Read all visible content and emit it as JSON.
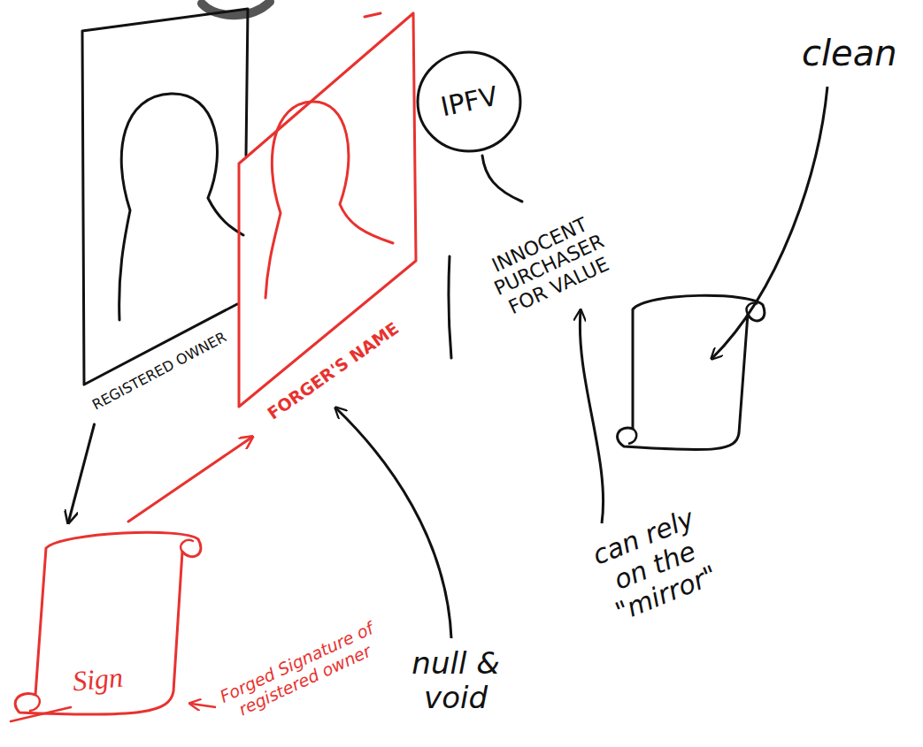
{
  "diagram": {
    "nodes": [
      {
        "text": [
          "REGISTERED OWNER"
        ]
      },
      {
        "text": [
          "Sign"
        ]
      },
      {
        "text": [
          "FORGER'S NAME"
        ]
      },
      {
        "text": [
          "IPFV"
        ]
      }
    ],
    "edges": [
      {
        "from": 0,
        "to": 1,
        "arrow": "to"
      },
      {
        "from": 1,
        "to": 2,
        "arrow": "to"
      }
    ],
    "labels": [
      "INNOCENT PURCHASER FOR VALUE",
      "clean",
      "Forged Signature of registered owner",
      "null & void",
      "can rely on the \"mirror\""
    ]
  }
}
